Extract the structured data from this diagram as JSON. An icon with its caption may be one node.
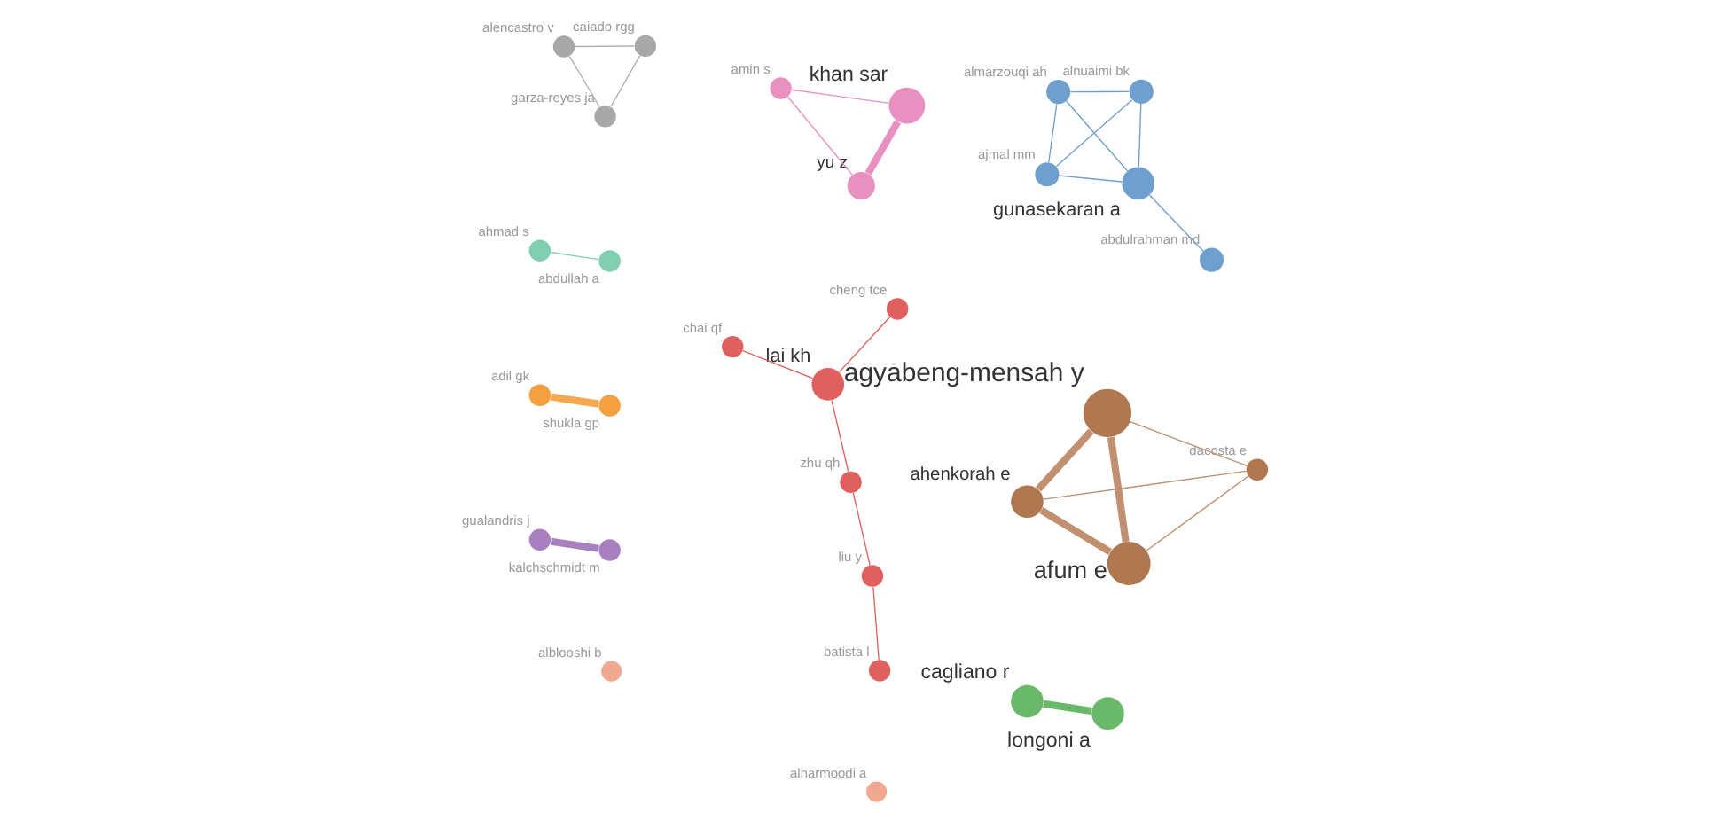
{
  "diagram": {
    "nodes": [
      {
        "text": [
          "ajmal mm"
        ]
      },
      {
        "text": [
          "abdulrahman md"
        ]
      },
      {
        "text": [
          "gunasekaran a"
        ]
      },
      {
        "text": [
          "almarzouqi ah"
        ]
      },
      {
        "text": [
          "alnuaimi bk"
        ]
      },
      {
        "text": [
          "alencastro v"
        ]
      },
      {
        "text": [
          "caiado rgg"
        ]
      },
      {
        "text": [
          "garza-reyes ja"
        ]
      },
      {
        "text": [
          "alblooshi b"
        ]
      },
      {
        "text": [
          "alharmoodi a"
        ]
      },
      {
        "text": [
          "ahmad s"
        ]
      },
      {
        "text": [
          "abdullah a"
        ]
      },
      {
        "text": [
          "adil gk"
        ]
      },
      {
        "text": [
          "shukla gp"
        ]
      },
      {
        "text": [
          "cagliano r"
        ]
      },
      {
        "text": [
          "longoni a"
        ]
      },
      {
        "text": [
          "amin s"
        ]
      },
      {
        "text": [
          "khan sar"
        ]
      },
      {
        "text": [
          "yu z"
        ]
      },
      {
        "text": [
          "ahenkorah e"
        ]
      },
      {
        "text": [
          "dacosta e"
        ]
      },
      {
        "text": [
          "afum e"
        ]
      },
      {
        "text": [
          "agyabeng-mensah y"
        ]
      },
      {
        "text": [
          "batista l"
        ]
      },
      {
        "text": [
          "liu y"
        ]
      },
      {
        "text": [
          "zhu qh"
        ]
      },
      {
        "text": [
          "cheng tce"
        ]
      },
      {
        "text": [
          "lai kh"
        ]
      },
      {
        "text": [
          "chai qf"
        ]
      },
      {
        "text": [
          "gualandris j"
        ]
      },
      {
        "text": [
          "kalchschmidt m"
        ]
      }
    ],
    "edges": [
      {
        "from": 0,
        "to": 2,
        "arrow": "none",
        "color": "#6f9fcf"
      },
      {
        "from": 0,
        "to": 3,
        "arrow": "none",
        "color": "#6f9fcf"
      },
      {
        "from": 0,
        "to": 4,
        "arrow": "none",
        "color": "#6f9fcf"
      },
      {
        "from": 2,
        "to": 1,
        "arrow": "none",
        "color": "#6f9fcf"
      },
      {
        "from": 2,
        "to": 3,
        "arrow": "none",
        "color": "#6f9fcf"
      },
      {
        "from": 2,
        "to": 4,
        "arrow": "none",
        "color": "#6f9fcf"
      },
      {
        "from": 3,
        "to": 4,
        "arrow": "none",
        "color": "#6f9fcf"
      },
      {
        "from": 5,
        "to": 6,
        "arrow": "none",
        "color": "#b0b0b0"
      },
      {
        "from": 5,
        "to": 7,
        "arrow": "none",
        "color": "#b0b0b0"
      },
      {
        "from": 7,
        "to": 6,
        "arrow": "none",
        "color": "#b0b0b0"
      },
      {
        "from": 10,
        "to": 11,
        "arrow": "none",
        "color": "#7fcfb0"
      },
      {
        "from": 12,
        "to": 13,
        "arrow": "none",
        "style": "thick",
        "color": "#f4a850"
      },
      {
        "from": 14,
        "to": 15,
        "arrow": "none",
        "style": "thick",
        "color": "#6ab96a"
      },
      {
        "from": 16,
        "to": 17,
        "arrow": "none",
        "color": "#e890c0"
      },
      {
        "from": 16,
        "to": 18,
        "arrow": "none",
        "color": "#e890c0"
      },
      {
        "from": 18,
        "to": 17,
        "arrow": "none",
        "style": "thick",
        "color": "#e890c0"
      },
      {
        "from": 20,
        "to": 19,
        "arrow": "none",
        "color": "#c09070"
      },
      {
        "from": 20,
        "to": 21,
        "arrow": "none",
        "color": "#c09070"
      },
      {
        "from": 20,
        "to": 22,
        "arrow": "none",
        "color": "#c09070"
      },
      {
        "from": 19,
        "to": 21,
        "arrow": "none",
        "style": "thick",
        "color": "#c09070"
      },
      {
        "from": 19,
        "to": 22,
        "arrow": "none",
        "style": "thick",
        "color": "#c09070"
      },
      {
        "from": 22,
        "to": 21,
        "arrow": "none",
        "style": "thick",
        "color": "#c09070"
      },
      {
        "from": 23,
        "to": 24,
        "arrow": "none",
        "color": "#e06060"
      },
      {
        "from": 24,
        "to": 25,
        "arrow": "none",
        "color": "#e06060"
      },
      {
        "from": 25,
        "to": 27,
        "arrow": "none",
        "color": "#e06060"
      },
      {
        "from": 26,
        "to": 27,
        "arrow": "none",
        "color": "#e06060"
      },
      {
        "from": 27,
        "to": 28,
        "arrow": "none",
        "color": "#e06060"
      },
      {
        "from": 30,
        "to": 29,
        "arrow": "none",
        "style": "thick",
        "color": "#a880c0"
      }
    ]
  }
}
